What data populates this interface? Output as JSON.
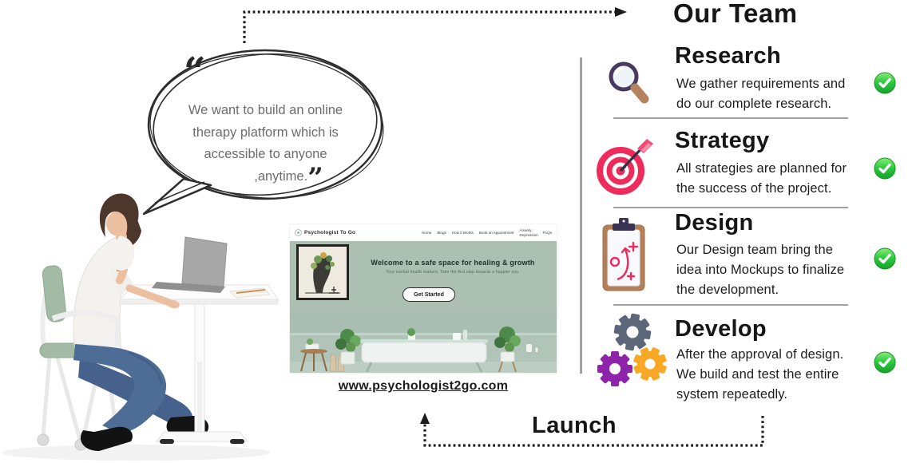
{
  "title": "Our Team",
  "launch_label": "Launch",
  "quote": {
    "open": "“",
    "lines": [
      "We want to build an online",
      "therapy platform which is",
      "accessible to anyone",
      ",anytime."
    ],
    "close": "”"
  },
  "website": {
    "brand": "Psychologist To Go",
    "nav": [
      "Home",
      "Blogs",
      "How it Works",
      "Book an Appointment",
      "Anxiety Depression",
      "FAQs"
    ],
    "hero_title": "Welcome to a safe space for healing & growth",
    "hero_subtitle": "Your mental health matters, Take the first step towards a happier you.",
    "cta_label": "Get Started",
    "url": "www.psychologist2go.com"
  },
  "steps": [
    {
      "title": "Research",
      "description": "We gather requirements and do our complete research.",
      "icon": "magnifier-icon",
      "status": "done"
    },
    {
      "title": "Strategy",
      "description": "All strategies are planned for the success of the project.",
      "icon": "target-icon",
      "status": "done"
    },
    {
      "title": "Design",
      "description": "Our Design team bring the idea into Mockups to finalize the development.",
      "icon": "clipboard-icon",
      "status": "done"
    },
    {
      "title": "Develop",
      "description": "After the approval of design. We build and test the entire system repeatedly.",
      "icon": "gears-icon",
      "status": "done"
    }
  ],
  "colors": {
    "ink": "#161616",
    "quote-gray": "#6c6c6c",
    "divider-gray": "#a2a2a2",
    "check-green": "#2ecc40",
    "accent-pink": "#ee2b5b",
    "sage": "#abc0b3",
    "clipboard-brown": "#b3805a",
    "gear-slate": "#5b6779",
    "gear-purple": "#8e24aa",
    "gear-orange": "#f9a825",
    "denim-blue": "#4e6d96"
  }
}
